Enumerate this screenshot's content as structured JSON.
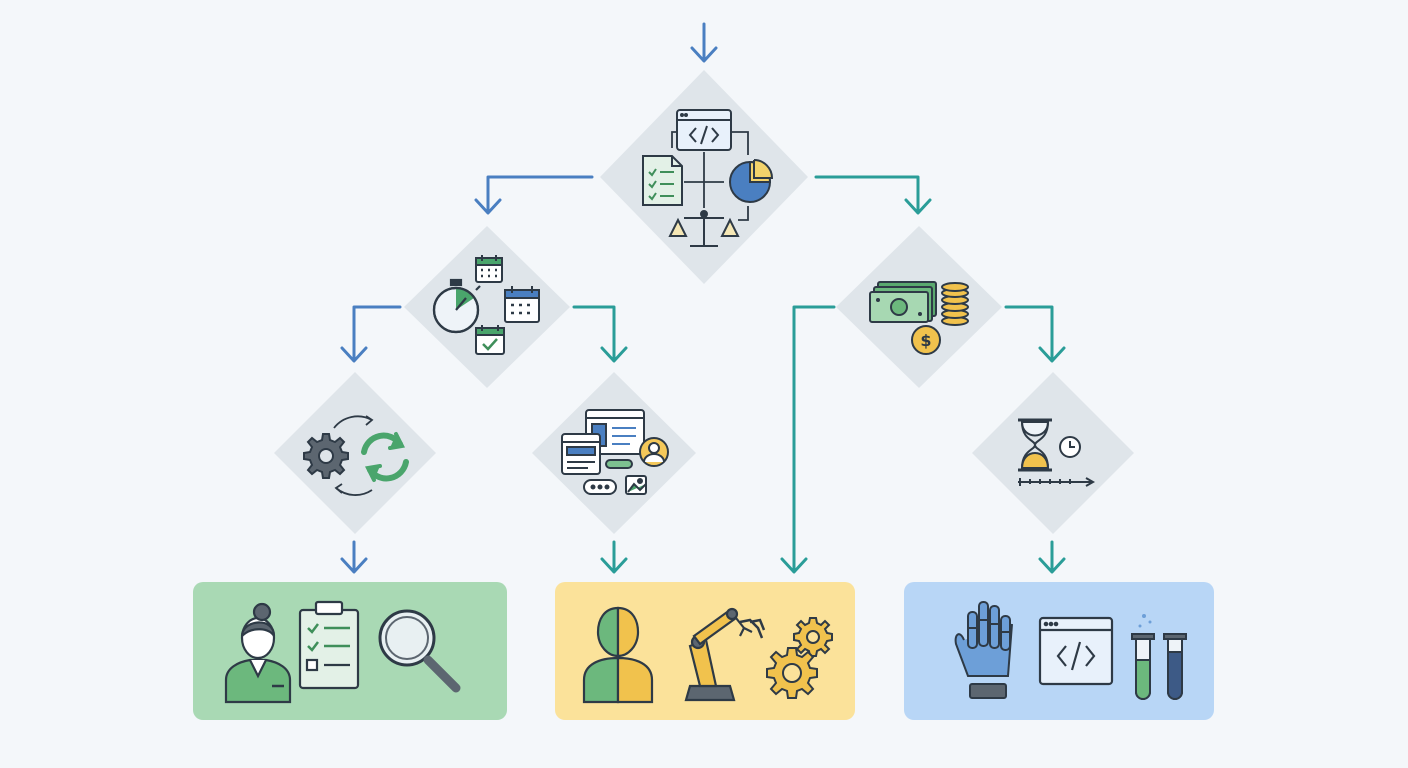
{
  "colors": {
    "background": "#f4f7fa",
    "decision_fill": "#dfe5ea",
    "edge_blue": "#4a7fc1",
    "edge_teal": "#2a9d98",
    "outcome_green": "#a9d9b4",
    "outcome_yellow": "#fbe29a",
    "outcome_blue": "#b8d6f6",
    "icon_stroke": "#2e3a46"
  },
  "nodes": [
    {
      "id": "root",
      "kind": "decision",
      "icons": [
        "code-window-icon",
        "checklist-icon",
        "pie-chart-icon",
        "balance-scale-icon"
      ]
    },
    {
      "id": "time",
      "kind": "decision",
      "icons": [
        "stopwatch-icon",
        "calendar-icon",
        "calendar-check-icon"
      ]
    },
    {
      "id": "budget",
      "kind": "decision",
      "icons": [
        "cash-stack-icon",
        "coin-stack-icon",
        "dollar-coin-icon"
      ]
    },
    {
      "id": "process",
      "kind": "decision",
      "icons": [
        "gear-icon",
        "refresh-icon"
      ]
    },
    {
      "id": "interface",
      "kind": "decision",
      "icons": [
        "ui-layout-icon",
        "user-avatar-icon",
        "image-icon"
      ]
    },
    {
      "id": "timeline",
      "kind": "decision",
      "icons": [
        "hourglass-icon",
        "clock-icon",
        "timeline-ruler-icon"
      ]
    },
    {
      "id": "outcome-manual",
      "kind": "outcome",
      "color": "green",
      "icons": [
        "person-icon",
        "clipboard-checklist-icon",
        "magnifier-icon"
      ]
    },
    {
      "id": "outcome-hybrid",
      "kind": "outcome",
      "color": "yellow",
      "icons": [
        "half-person-icon",
        "robot-arm-icon",
        "gears-icon"
      ]
    },
    {
      "id": "outcome-automated",
      "kind": "outcome",
      "color": "blue",
      "icons": [
        "robot-hand-icon",
        "code-window-icon",
        "test-tubes-icon"
      ]
    }
  ],
  "edges": [
    {
      "from": "entry",
      "to": "root",
      "color": "blue"
    },
    {
      "from": "root",
      "to": "time",
      "color": "blue"
    },
    {
      "from": "root",
      "to": "budget",
      "color": "teal"
    },
    {
      "from": "time",
      "to": "process",
      "color": "blue"
    },
    {
      "from": "time",
      "to": "interface",
      "color": "teal"
    },
    {
      "from": "budget",
      "to": "outcome-hybrid",
      "color": "teal"
    },
    {
      "from": "budget",
      "to": "timeline",
      "color": "teal"
    },
    {
      "from": "process",
      "to": "outcome-manual",
      "color": "blue"
    },
    {
      "from": "interface",
      "to": "outcome-hybrid",
      "color": "teal"
    },
    {
      "from": "timeline",
      "to": "outcome-automated",
      "color": "teal"
    }
  ]
}
